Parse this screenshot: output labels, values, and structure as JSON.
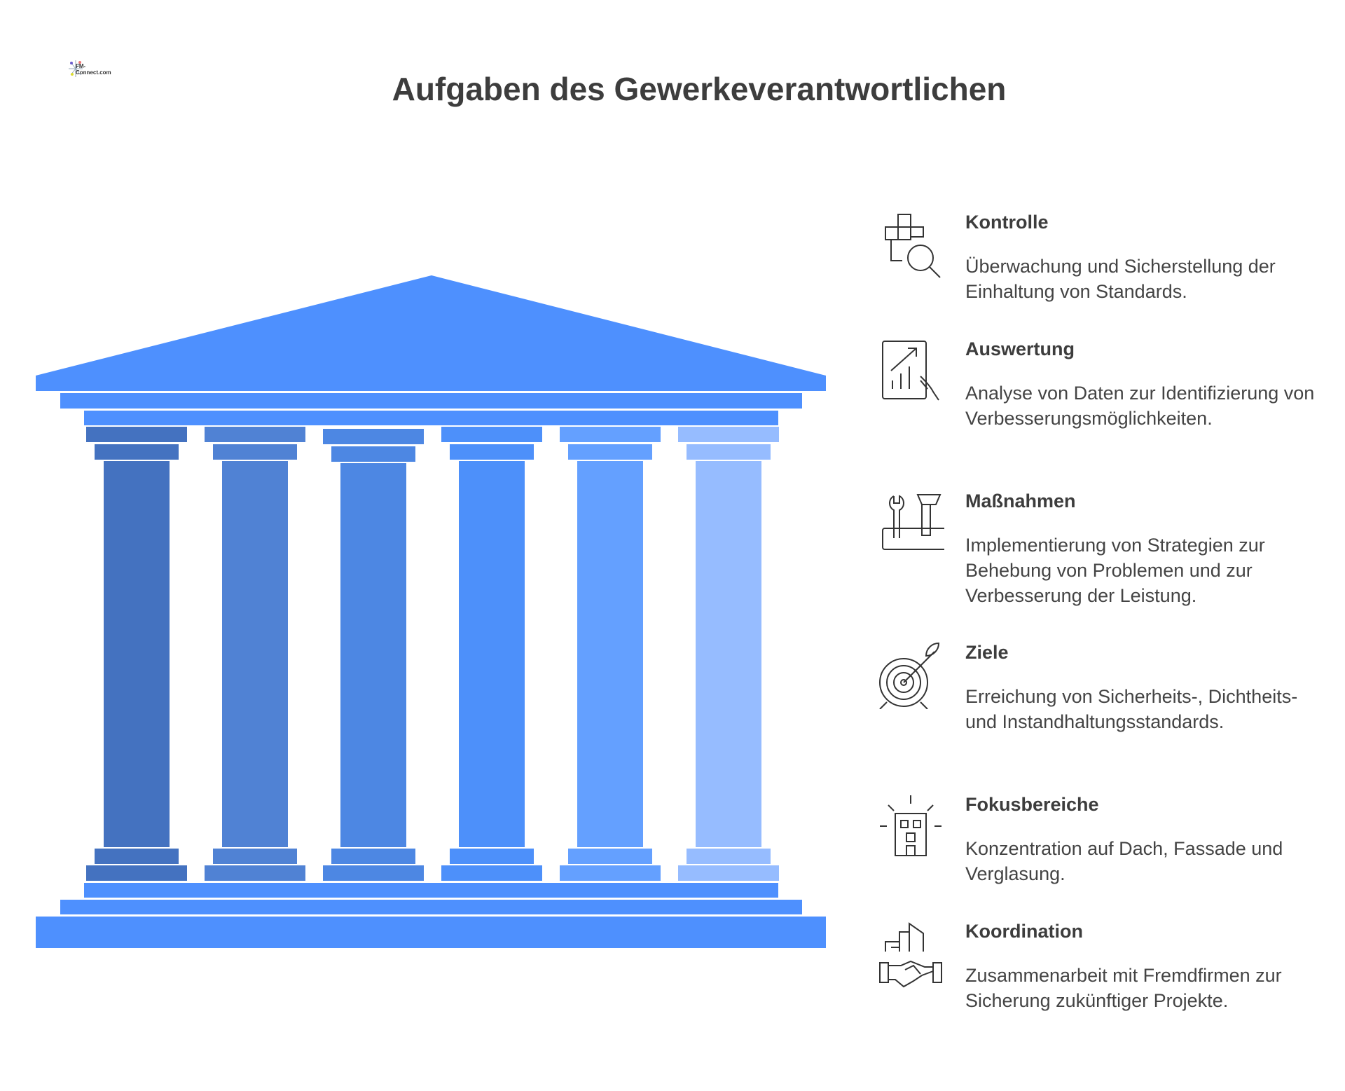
{
  "title": "Aufgaben des Gewerkeverantwortlichen",
  "logo": {
    "text": "FM-Connect.com"
  },
  "colors": {
    "roof": "#4E90FE",
    "columns": [
      "#4472C0",
      "#5082D4",
      "#4D87E3",
      "#4D90FA",
      "#64A0FF",
      "#96BCFF"
    ]
  },
  "items": [
    {
      "icon": "inspection-magnifier-icon",
      "heading": "Kontrolle",
      "description": "Überwachung und Sicherstellung der Einhaltung von Standards."
    },
    {
      "icon": "chart-tablet-icon",
      "heading": "Auswertung",
      "description": "Analyse von Daten zur Identifizierung von Verbesserungsmöglichkeiten."
    },
    {
      "icon": "toolbox-icon",
      "heading": "Maßnahmen",
      "description": "Implementierung von Strategien zur Behebung von Problemen und zur Verbesserung der Leistung."
    },
    {
      "icon": "target-arrow-icon",
      "heading": "Ziele",
      "description": "Erreichung von Sicherheits-, Dichtheits- und Instandhaltungsstandards."
    },
    {
      "icon": "building-icon",
      "heading": "Fokusbereiche",
      "description": "Konzentration auf Dach, Fassade und Verglasung."
    },
    {
      "icon": "handshake-icon",
      "heading": "Koordination",
      "description": "Zusammenarbeit mit Fremdfirmen zur Sicherung zukünftiger Projekte."
    }
  ]
}
